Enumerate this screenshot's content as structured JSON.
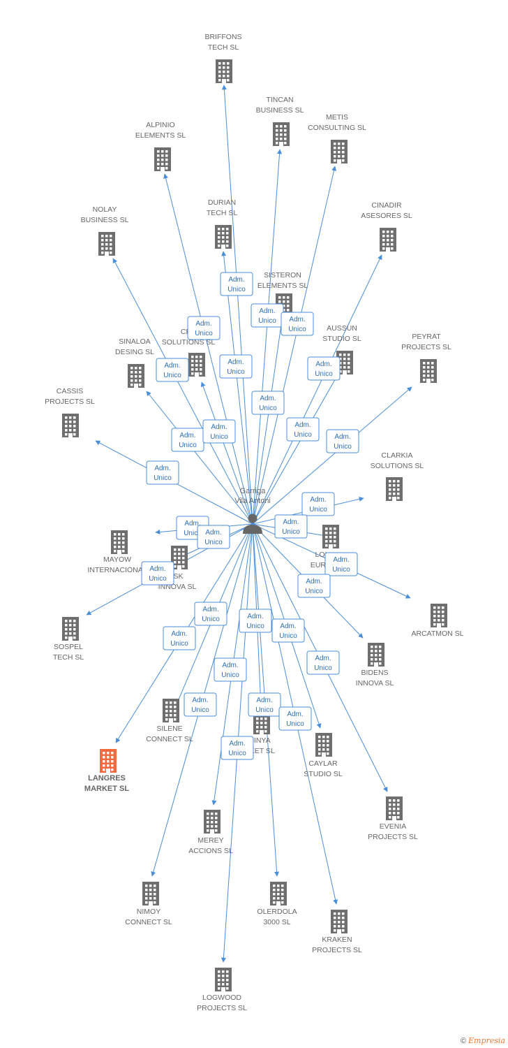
{
  "colors": {
    "edge": "#4a8ed8",
    "building": "#6e6e6e",
    "highlight": "#f26a3d",
    "label": "#666666"
  },
  "center": {
    "lines": [
      "Garriga",
      "Vila Antoni"
    ],
    "icon": "person-icon"
  },
  "nodes": [
    {
      "id": "briffons",
      "lines": [
        "BRIFFONS",
        "TECH  SL"
      ],
      "edge": "Adm. Unico"
    },
    {
      "id": "tincan",
      "lines": [
        "TINCAN",
        "BUSINESS SL"
      ],
      "edge": "Adm. Unico"
    },
    {
      "id": "metis",
      "lines": [
        "METIS",
        "CONSULTING SL"
      ],
      "edge": "Adm. Unico"
    },
    {
      "id": "alpinio",
      "lines": [
        "ALPINIO",
        "ELEMENTS  SL"
      ],
      "edge": "Adm. Unico"
    },
    {
      "id": "nolay",
      "lines": [
        "NOLAY",
        "BUSINESS  SL"
      ],
      "edge": "Adm. Unico"
    },
    {
      "id": "durian",
      "lines": [
        "DURIAN",
        "TECH  SL"
      ],
      "edge": "Adm. Unico"
    },
    {
      "id": "cinadir",
      "lines": [
        "CINADIR",
        "ASESORES  SL"
      ],
      "edge": "Adm. Unico"
    },
    {
      "id": "sisteron",
      "lines": [
        "SISTERON",
        "ELEMENTS  SL"
      ],
      "edge": "Adm. Unico"
    },
    {
      "id": "cre",
      "lines": [
        "CRE",
        "SOLUTIONS SL"
      ],
      "edge": "Adm. Unico"
    },
    {
      "id": "aussun",
      "lines": [
        "AUSSUN",
        "STUDIO  SL"
      ],
      "edge": "Adm. Unico"
    },
    {
      "id": "sinaloa",
      "lines": [
        "SINALOA",
        "DESING SL"
      ],
      "edge": "Adm. Unico"
    },
    {
      "id": "peyrat",
      "lines": [
        "PEYRAT",
        "PROJECTS  SL"
      ],
      "edge": "Adm. Unico"
    },
    {
      "id": "cassis",
      "lines": [
        "CASSIS",
        "PROJECTS  SL"
      ],
      "edge": "Adm. Unico"
    },
    {
      "id": "clarkia",
      "lines": [
        "CLARKIA",
        "SOLUTIONS  SL"
      ],
      "edge": "Adm. Unico"
    },
    {
      "id": "mayow",
      "lines": [
        "MAYOW",
        "INTERNACIONAL"
      ],
      "edge": "Adm. Unico"
    },
    {
      "id": "isk",
      "lines": [
        "ISK",
        "INNOVA  SL"
      ],
      "edge": "Adm. Unico"
    },
    {
      "id": "loi",
      "lines": [
        "LOI",
        "EURO"
      ],
      "edge": "Adm. Unico"
    },
    {
      "id": "arcatmon",
      "lines": [
        "ARCATMON SL"
      ],
      "edge": "Adm. Unico"
    },
    {
      "id": "sospel",
      "lines": [
        "SOSPEL",
        "TECH  SL"
      ],
      "edge": "Adm. Unico"
    },
    {
      "id": "bidens",
      "lines": [
        "BIDENS",
        "INNOVA  SL"
      ],
      "edge": "Adm. Unico"
    },
    {
      "id": "silene",
      "lines": [
        "SILENE",
        "CONNECT  SL"
      ],
      "edge": "Adm. Unico"
    },
    {
      "id": "rinya",
      "lines": [
        "RINYA",
        "RKET SL"
      ],
      "edge": "Adm. Unico"
    },
    {
      "id": "caylar",
      "lines": [
        "CAYLAR",
        "STUDIO  SL"
      ],
      "edge": "Adm. Unico"
    },
    {
      "id": "langres",
      "lines": [
        "LANGRES",
        "MARKET  SL"
      ],
      "edge": "Adm. Unico",
      "highlight": true
    },
    {
      "id": "evenia",
      "lines": [
        "EVENIA",
        "PROJECTS SL"
      ],
      "edge": "Adm. Unico"
    },
    {
      "id": "merey",
      "lines": [
        "MEREY",
        "ACCIONS  SL"
      ],
      "edge": "Adm. Unico"
    },
    {
      "id": "nimoy",
      "lines": [
        "NIMOY",
        "CONNECT  SL"
      ],
      "edge": "Adm. Unico"
    },
    {
      "id": "olerdola",
      "lines": [
        "OLERDOLA",
        "3000  SL"
      ],
      "edge": "Adm. Unico"
    },
    {
      "id": "kraken",
      "lines": [
        "KRAKEN",
        "PROJECTS  SL"
      ],
      "edge": "Adm. Unico"
    },
    {
      "id": "logwood",
      "lines": [
        "LOGWOOD",
        "PROJECTS SL"
      ],
      "edge": "Adm. Unico"
    }
  ],
  "footer": {
    "copyright": "©",
    "brand": "Empresia"
  }
}
